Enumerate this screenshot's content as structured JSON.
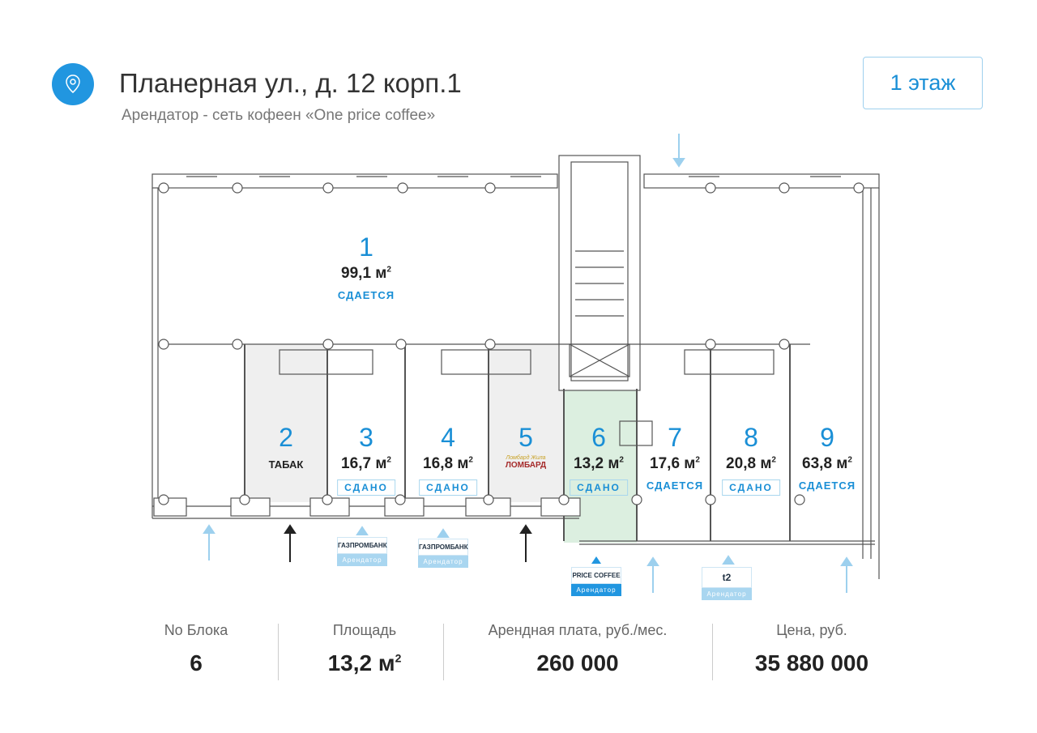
{
  "header": {
    "title": "Планерная ул., д. 12 корп.1",
    "subtitle": "Арендатор - сеть кофеен «One price coffee»",
    "floor_button": "1 этаж",
    "pin_icon": "map-pin-icon"
  },
  "colors": {
    "accent": "#2196e0",
    "selected": "#dcefe0",
    "occupied": "#efefef"
  },
  "rooms": [
    {
      "num": "1",
      "area": "99,1 м",
      "status": "СДАЕТСЯ"
    },
    {
      "num": "2",
      "tag": "ТАБАК"
    },
    {
      "num": "3",
      "area": "16,7 м",
      "status": "СДАНО"
    },
    {
      "num": "4",
      "area": "16,8 м",
      "status": "СДАНО"
    },
    {
      "num": "5",
      "tag_small": "Ломбард Жила",
      "tag": "ЛОМБАРД"
    },
    {
      "num": "6",
      "area": "13,2 м",
      "status": "СДАНО"
    },
    {
      "num": "7",
      "area": "17,6 м",
      "status": "СДАЕТСЯ"
    },
    {
      "num": "8",
      "area": "20,8 м",
      "status": "СДАНО"
    },
    {
      "num": "9",
      "area": "63,8 м",
      "status": "СДАЕТСЯ"
    }
  ],
  "sup": "2",
  "tenants": [
    {
      "logo": "ГАЗПРОМБАНК",
      "caption": "Арендатор"
    },
    {
      "logo": "ГАЗПРОМБАНК",
      "caption": "Арендатор"
    },
    {
      "logo": "PRICE COFFEE",
      "caption": "Арендатор"
    },
    {
      "logo": "t2",
      "caption": "Арендатор"
    }
  ],
  "stats": [
    {
      "label": "No Блока",
      "value": "6"
    },
    {
      "label": "Площадь",
      "value": "13,2 м"
    },
    {
      "label": "Арендная плата, руб./мес.",
      "value": "260 000"
    },
    {
      "label": "Цена, руб.",
      "value": "35 880 000"
    }
  ]
}
